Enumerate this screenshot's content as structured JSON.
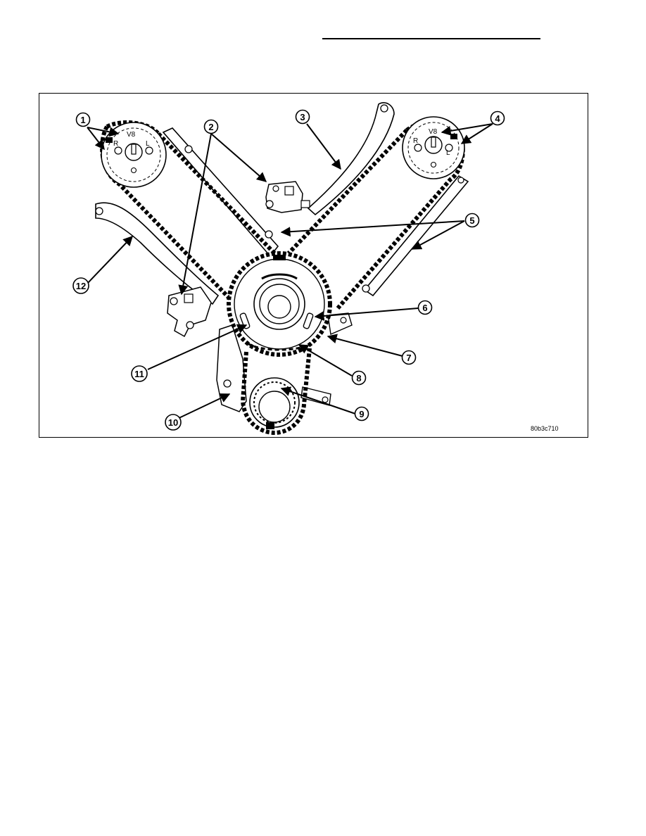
{
  "page": {
    "figure_id": "80b3c710"
  },
  "diagram": {
    "left_cam_sprocket": {
      "mark_top": "V8",
      "mark_left": "R",
      "mark_right": "L"
    },
    "right_cam_sprocket": {
      "mark_top": "V8",
      "mark_left": "R",
      "mark_right": "L"
    },
    "callouts": [
      "1",
      "2",
      "3",
      "4",
      "5",
      "6",
      "7",
      "8",
      "9",
      "10",
      "11",
      "12"
    ]
  },
  "colors": {
    "ink": "#000000",
    "paper": "#ffffff"
  }
}
